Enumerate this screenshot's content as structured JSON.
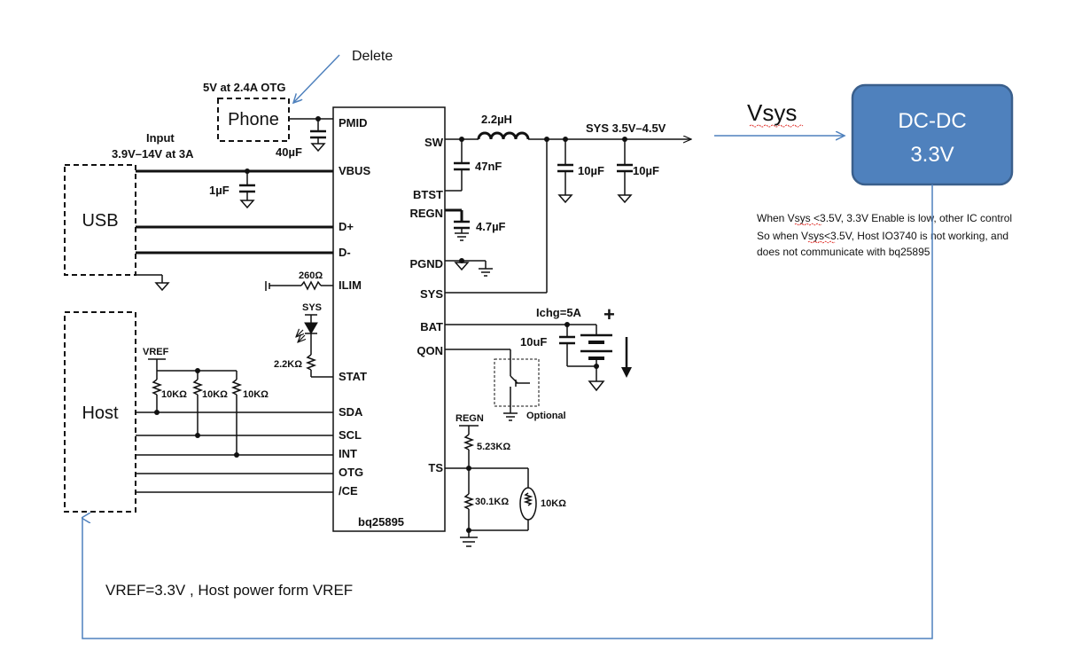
{
  "annotations": {
    "delete": "Delete",
    "vsys": "Vsys",
    "vref_note": "VREF=3.3V , Host power form VREF",
    "side_note": [
      "When Vsys <3.5V, 3.3V Enable is low, other IC control",
      "So when Vsys<3.5V, Host IO3740 is not working, and",
      "does not communicate with bq25895"
    ]
  },
  "blocks": {
    "phone": "Phone",
    "usb": "USB",
    "host": "Host",
    "dcdc_line1": "DC-DC",
    "dcdc_line2": "3.3V"
  },
  "chip": {
    "name": "bq25895",
    "pins_left": [
      "PMID",
      "VBUS",
      "D+",
      "D-",
      "ILIM",
      "STAT",
      "SDA",
      "SCL",
      "INT",
      "OTG",
      "/CE"
    ],
    "pins_right": [
      "SW",
      "BTST",
      "REGN",
      "PGND",
      "SYS",
      "BAT",
      "QON",
      "TS"
    ]
  },
  "labels": {
    "otg": "5V at 2.4A OTG",
    "input_line1": "Input",
    "input_line2": "3.9V–14V at 3A",
    "pmid_cap": "40µF",
    "vbus_cap": "1µF",
    "ilim_res": "260Ω",
    "sys_led": "SYS",
    "stat_res": "2.2KΩ",
    "vref": "VREF",
    "pullup": "10KΩ",
    "inductor": "2.2µH",
    "sys_out": "SYS 3.5V–4.5V",
    "btst_cap": "47nF",
    "sys_cap": "10µF",
    "regn_cap": "4.7µF",
    "ichg": "Ichg=5A",
    "bat_cap": "10uF",
    "optional": "Optional",
    "regn_ts": "REGN",
    "ts_r1": "5.23KΩ",
    "ts_r2": "30.1KΩ",
    "ntc": "10KΩ",
    "bat_plus": "+"
  },
  "colors": {
    "dcdc_fill": "#4f81bd",
    "dcdc_border": "#3a5f8c",
    "arrow": "#4f81bd"
  }
}
